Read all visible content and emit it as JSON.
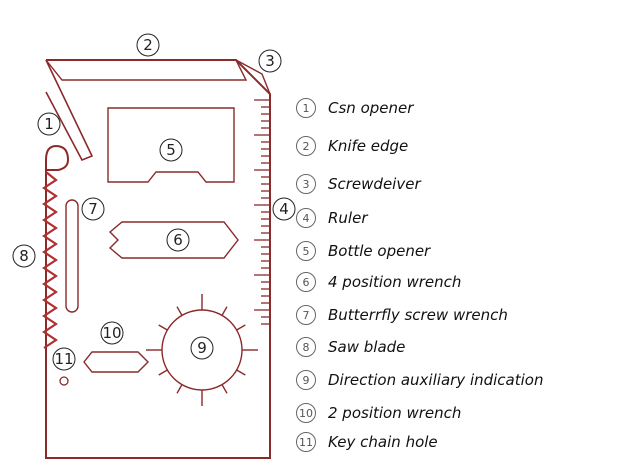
{
  "colors": {
    "card_outline": "#8b2a2a",
    "saw_blade": "#b03030",
    "callout": "#222222"
  },
  "callouts": [
    "1",
    "2",
    "3",
    "4",
    "5",
    "6",
    "7",
    "8",
    "9",
    "10",
    "11"
  ],
  "legend": [
    {
      "num": "1",
      "label": "Csn opener"
    },
    {
      "num": "2",
      "label": "Knife edge"
    },
    {
      "num": "3",
      "label": "Screwdeiver"
    },
    {
      "num": "4",
      "label": "Ruler"
    },
    {
      "num": "5",
      "label": "Bottle opener"
    },
    {
      "num": "6",
      "label": "4 position wrench"
    },
    {
      "num": "7",
      "label": "Butterrfly screw  wrench"
    },
    {
      "num": "8",
      "label": "Saw blade"
    },
    {
      "num": "9",
      "label": "Direction auxiliary indication"
    },
    {
      "num": "10",
      "label": "2 position wrench"
    },
    {
      "num": "11",
      "label": "Key chain hole"
    }
  ]
}
